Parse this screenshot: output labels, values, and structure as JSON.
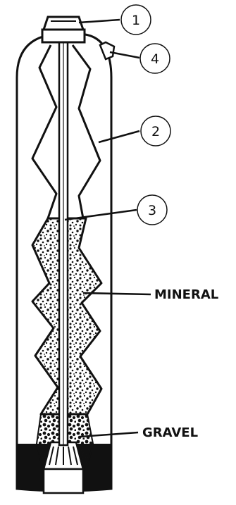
{
  "diagram": {
    "callouts": [
      {
        "id": "1",
        "label": "1"
      },
      {
        "id": "4",
        "label": "4"
      },
      {
        "id": "2",
        "label": "2"
      },
      {
        "id": "3",
        "label": "3"
      }
    ],
    "materials": {
      "mineral": "MINERAL",
      "gravel": "GRAVEL"
    },
    "colors": {
      "ink": "#111111",
      "background": "#ffffff"
    }
  }
}
